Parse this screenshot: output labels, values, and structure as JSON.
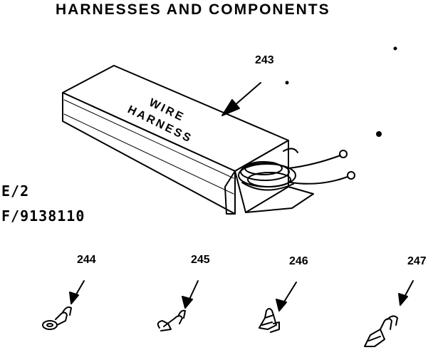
{
  "title": "HARNESSES AND COMPONENTS",
  "codes": {
    "e": "E/2",
    "f": "F/9138110"
  },
  "box_label": {
    "line1": "WIRE",
    "line2": "HARNESS"
  },
  "parts": [
    {
      "number": "243",
      "name": "wire harness"
    },
    {
      "number": "244",
      "name": "ring terminal"
    },
    {
      "number": "245",
      "name": "hook terminal"
    },
    {
      "number": "246",
      "name": "receptacle terminal"
    },
    {
      "number": "247",
      "name": "receptacle terminal"
    }
  ],
  "colors": {
    "ink": "#000000",
    "paper": "#ffffff"
  }
}
